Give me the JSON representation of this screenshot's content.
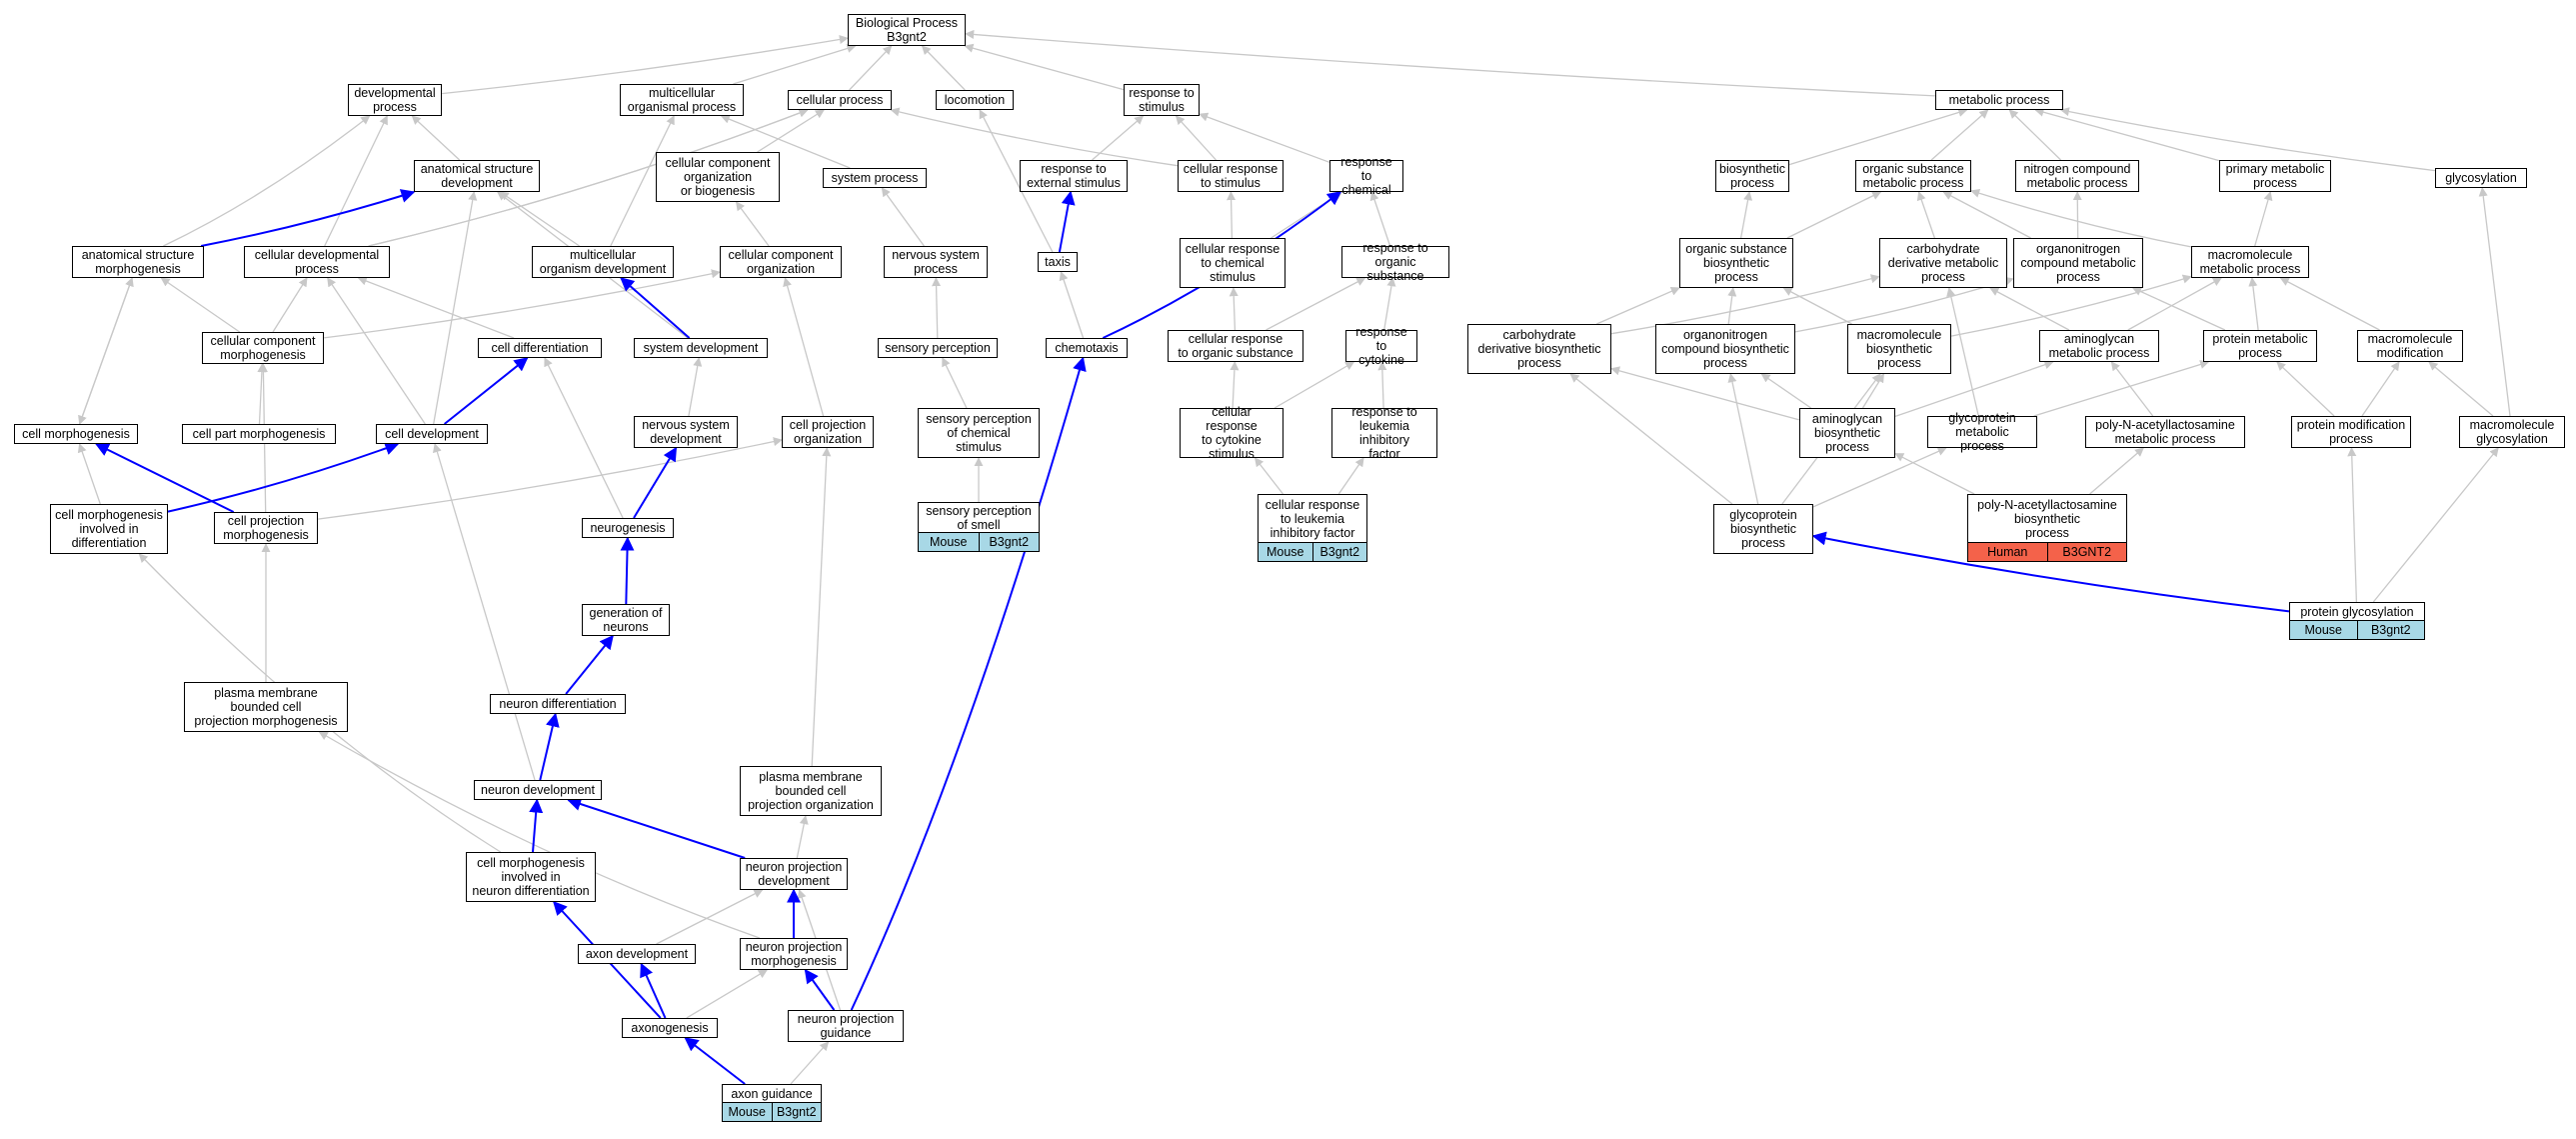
{
  "title": "Biological Process\nB3gnt2",
  "colors": {
    "edge": "#c8c8c8",
    "path": "#0000ff",
    "mouse": "#a8d8e6",
    "human": "#f4624a"
  },
  "nodes": {
    "root": "Biological Process\nB3gnt2",
    "dev": "developmental\nprocess",
    "mcop": "multicellular\norganismal process",
    "cp": "cellular process",
    "loc": "locomotion",
    "rts": "response to\nstimulus",
    "mp": "metabolic process",
    "asd": "anatomical structure\ndevelopment",
    "ccob": "cellular component\norganization\nor biogenesis",
    "sp": "system process",
    "rtes": "response to\nexternal stimulus",
    "crts": "cellular response\nto stimulus",
    "rtc": "response to\nchemical",
    "bio": "biosynthetic\nprocess",
    "osmp": "organic substance\nmetabolic process",
    "ncmp": "nitrogen compound\nmetabolic process",
    "pmp": "primary metabolic\nprocess",
    "glyc": "glycosylation",
    "asm": "anatomical structure\nmorphogenesis",
    "cdp": "cellular developmental\nprocess",
    "mod": "multicellular\norganism development",
    "cco": "cellular component\norganization",
    "nsp": "nervous system\nprocess",
    "taxis": "taxis",
    "crcs": "cellular response\nto chemical\nstimulus",
    "rtos": "response to\norganic substance",
    "osbp": "organic substance\nbiosynthetic\nprocess",
    "cdmp": "carbohydrate\nderivative metabolic\nprocess",
    "ocmp": "organonitrogen\ncompound metabolic\nprocess",
    "mmp": "macromolecule\nmetabolic process",
    "ccm": "cellular component\nmorphogenesis",
    "cdiff": "cell differentiation",
    "sd": "system development",
    "spercep": "sensory perception",
    "chemo": "chemotaxis",
    "crtos": "cellular response\nto organic substance",
    "rtcy": "response to\ncytokine",
    "cdbp": "carbohydrate\nderivative biosynthetic\nprocess",
    "ocbp": "organonitrogen\ncompound biosynthetic\nprocess",
    "mbp": "macromolecule\nbiosynthetic\nprocess",
    "amp": "aminoglycan\nmetabolic process",
    "protmp": "protein metabolic\nprocess",
    "mmod": "macromolecule\nmodification",
    "cm": "cell morphogenesis",
    "cpm": "cell part morphogenesis",
    "cdev": "cell development",
    "nsd": "nervous system\ndevelopment",
    "cpo": "cell projection\norganization",
    "spcs": "sensory perception\nof chemical\nstimulus",
    "crcys": "cellular response\nto cytokine\nstimulus",
    "rtlif": "response to\nleukemia inhibitory\nfactor",
    "abp": "aminoglycan\nbiosynthetic\nprocess",
    "gmp": "glycoprotein\nmetabolic process",
    "pnalmp": "poly-N-acetyllactosamine\nmetabolic process",
    "pmodp": "protein modification\nprocess",
    "mglyc": "macromolecule\nglycosylation",
    "cmid": "cell morphogenesis\ninvolved in\ndifferentiation",
    "cprojm": "cell projection\nmorphogenesis",
    "neurog": "neurogenesis",
    "sps": "sensory perception\nof smell",
    "crlif": "cellular response\nto leukemia\ninhibitory factor",
    "gbp": "glycoprotein\nbiosynthetic\nprocess",
    "pnalbp": "poly-N-acetyllactosamine\nbiosynthetic\nprocess",
    "gen": "generation of\nneurons",
    "pglyc": "protein glycosylation",
    "pmbcpm": "plasma membrane\nbounded cell\nprojection morphogenesis",
    "nd": "neuron differentiation",
    "pmbcpo": "plasma membrane\nbounded cell\nprojection organization",
    "ndev": "neuron development",
    "cmind": "cell morphogenesis\ninvolved in\nneuron differentiation",
    "npd": "neuron projection\ndevelopment",
    "axdev": "axon development",
    "npm": "neuron projection\nmorphogenesis",
    "axon": "axonogenesis",
    "npg": "neuron projection\nguidance",
    "axg": "axon guidance"
  },
  "annotations": {
    "sps": [
      "Mouse",
      "B3gnt2"
    ],
    "crlif": [
      "Mouse",
      "B3gnt2"
    ],
    "pnalbp": [
      "Human",
      "B3GNT2"
    ],
    "pglyc": [
      "Mouse",
      "B3gnt2"
    ],
    "axg": [
      "Mouse",
      "B3gnt2"
    ]
  },
  "edges": [
    [
      "dev",
      "root"
    ],
    [
      "mcop",
      "root"
    ],
    [
      "cp",
      "root"
    ],
    [
      "loc",
      "root"
    ],
    [
      "rts",
      "root"
    ],
    [
      "mp",
      "root"
    ],
    [
      "asd",
      "dev"
    ],
    [
      "ccob",
      "cp"
    ],
    [
      "sp",
      "mcop"
    ],
    [
      "rtes",
      "rts"
    ],
    [
      "crts",
      "rts"
    ],
    [
      "crts",
      "cp"
    ],
    [
      "rtc",
      "rts"
    ],
    [
      "bio",
      "mp"
    ],
    [
      "osmp",
      "mp"
    ],
    [
      "ncmp",
      "mp"
    ],
    [
      "pmp",
      "mp"
    ],
    [
      "glyc",
      "mp"
    ],
    [
      "asm",
      "dev"
    ],
    [
      "asm",
      "asd"
    ],
    [
      "cdp",
      "dev"
    ],
    [
      "cdp",
      "cp"
    ],
    [
      "mod",
      "mcop"
    ],
    [
      "mod",
      "asd"
    ],
    [
      "cco",
      "ccob"
    ],
    [
      "nsp",
      "sp"
    ],
    [
      "taxis",
      "loc"
    ],
    [
      "taxis",
      "rtes"
    ],
    [
      "crcs",
      "crts"
    ],
    [
      "crcs",
      "rtc"
    ],
    [
      "rtos",
      "rtc"
    ],
    [
      "osbp",
      "bio"
    ],
    [
      "osbp",
      "osmp"
    ],
    [
      "cdmp",
      "osmp"
    ],
    [
      "ocmp",
      "osmp"
    ],
    [
      "ocmp",
      "ncmp"
    ],
    [
      "mmp",
      "osmp"
    ],
    [
      "mmp",
      "pmp"
    ],
    [
      "ccm",
      "cdp"
    ],
    [
      "ccm",
      "asm"
    ],
    [
      "ccm",
      "cco"
    ],
    [
      "cdiff",
      "cdp"
    ],
    [
      "sd",
      "mod"
    ],
    [
      "sd",
      "asd"
    ],
    [
      "spercep",
      "nsp"
    ],
    [
      "chemo",
      "taxis"
    ],
    [
      "crtos",
      "crcs"
    ],
    [
      "crtos",
      "rtos"
    ],
    [
      "rtcy",
      "rtos"
    ],
    [
      "cdbp",
      "osbp"
    ],
    [
      "cdbp",
      "cdmp"
    ],
    [
      "ocbp",
      "osbp"
    ],
    [
      "ocbp",
      "ocmp"
    ],
    [
      "mbp",
      "osbp"
    ],
    [
      "mbp",
      "mmp"
    ],
    [
      "amp",
      "cdmp"
    ],
    [
      "amp",
      "mmp"
    ],
    [
      "protmp",
      "mmp"
    ],
    [
      "protmp",
      "ocmp"
    ],
    [
      "mmod",
      "mmp"
    ],
    [
      "cm",
      "asm"
    ],
    [
      "cpm",
      "ccm"
    ],
    [
      "cdev",
      "cdp"
    ],
    [
      "cdev",
      "asd"
    ],
    [
      "nsd",
      "sd"
    ],
    [
      "cpo",
      "cco"
    ],
    [
      "spcs",
      "spercep"
    ],
    [
      "crcys",
      "crtos"
    ],
    [
      "crcys",
      "rtcy"
    ],
    [
      "rtlif",
      "rtcy"
    ],
    [
      "abp",
      "amp"
    ],
    [
      "abp",
      "mbp"
    ],
    [
      "abp",
      "ocbp"
    ],
    [
      "abp",
      "cdbp"
    ],
    [
      "gmp",
      "protmp"
    ],
    [
      "gmp",
      "cdmp"
    ],
    [
      "pnalmp",
      "amp"
    ],
    [
      "pmodp",
      "protmp"
    ],
    [
      "pmodp",
      "mmod"
    ],
    [
      "mglyc",
      "mmod"
    ],
    [
      "mglyc",
      "glyc"
    ],
    [
      "cmid",
      "cm"
    ],
    [
      "cprojm",
      "ccm"
    ],
    [
      "cprojm",
      "cpo"
    ],
    [
      "neurog",
      "cdiff"
    ],
    [
      "sps",
      "spcs"
    ],
    [
      "crlif",
      "crcys"
    ],
    [
      "crlif",
      "rtlif"
    ],
    [
      "gbp",
      "gmp"
    ],
    [
      "gbp",
      "mbp"
    ],
    [
      "gbp",
      "ocbp"
    ],
    [
      "gbp",
      "cdbp"
    ],
    [
      "pnalbp",
      "pnalmp"
    ],
    [
      "pnalbp",
      "abp"
    ],
    [
      "gen",
      "neurog"
    ],
    [
      "pglyc",
      "pmodp"
    ],
    [
      "pglyc",
      "mglyc"
    ],
    [
      "pmbcpm",
      "cprojm"
    ],
    [
      "pmbcpo",
      "cpo"
    ],
    [
      "ndev",
      "cdev"
    ],
    [
      "cmind",
      "cmid"
    ],
    [
      "npd",
      "pmbcpo"
    ],
    [
      "axdev",
      "npd"
    ],
    [
      "npm",
      "pmbcpm"
    ],
    [
      "npm",
      "npd"
    ],
    [
      "axon",
      "npm"
    ],
    [
      "npg",
      "npd"
    ],
    [
      "axg",
      "npg"
    ],
    [
      "cdp",
      "cp"
    ],
    [
      "asm",
      "cm"
    ]
  ],
  "path_edges": [
    [
      "asm",
      "asd"
    ],
    [
      "sd",
      "mod"
    ],
    [
      "cdev",
      "cdiff"
    ],
    [
      "cmid",
      "cdev"
    ],
    [
      "cprojm",
      "cm"
    ],
    [
      "neurog",
      "nsd"
    ],
    [
      "gen",
      "neurog"
    ],
    [
      "nd",
      "gen"
    ],
    [
      "ndev",
      "nd"
    ],
    [
      "cmind",
      "ndev"
    ],
    [
      "npd",
      "ndev"
    ],
    [
      "npm",
      "npd"
    ],
    [
      "axon",
      "axdev"
    ],
    [
      "axon",
      "cmind"
    ],
    [
      "npg",
      "npm"
    ],
    [
      "axg",
      "axon"
    ],
    [
      "chemo",
      "rtc"
    ],
    [
      "taxis",
      "rtes"
    ],
    [
      "npg",
      "chemo"
    ],
    [
      "pglyc",
      "gbp"
    ]
  ]
}
